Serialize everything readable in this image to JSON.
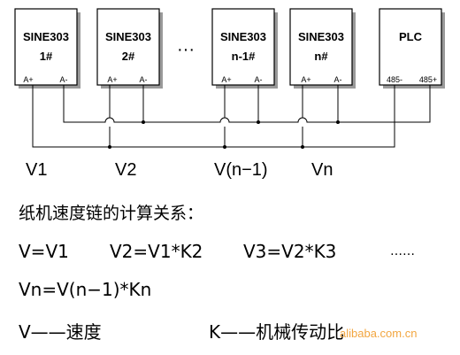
{
  "devices": [
    {
      "name": "SINE303",
      "num": "1#",
      "t1": "A+",
      "t2": "A-"
    },
    {
      "name": "SINE303",
      "num": "2#",
      "t1": "A+",
      "t2": "A-"
    },
    {
      "name": "SINE303",
      "num": "n-1#",
      "t1": "A+",
      "t2": "A-"
    },
    {
      "name": "SINE303",
      "num": "n#",
      "t1": "A+",
      "t2": "A-"
    }
  ],
  "plc": {
    "name": "PLC",
    "t1": "485-",
    "t2": "485+"
  },
  "ellipsis_top": "···",
  "voltages": [
    "V1",
    "V2",
    "V(n−1)",
    "Vn"
  ],
  "heading": "纸机速度链的计算关系：",
  "formulas": {
    "f1": "V=V1",
    "f2": "V2=V1*K2",
    "f3": "V3=V2*K3",
    "dots": "……",
    "f4": "Vn=V(n−1)*Kn"
  },
  "legend": {
    "v": "V——速度",
    "k": "K——机械传动比"
  },
  "watermark": "alibaba.com.cn"
}
